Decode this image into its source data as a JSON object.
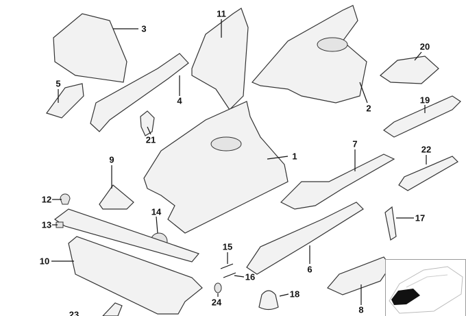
{
  "title": "Body front parts diagram",
  "callouts": [
    "1",
    "2",
    "3",
    "4",
    "5",
    "6",
    "7",
    "8",
    "9",
    "10",
    "11",
    "12",
    "13",
    "14",
    "15",
    "16",
    "17",
    "18",
    "19",
    "20",
    "21",
    "22",
    "23",
    "24"
  ],
  "colors": {
    "line": "#333333",
    "fill": "#f2f2f2",
    "highlight": "#111111"
  }
}
